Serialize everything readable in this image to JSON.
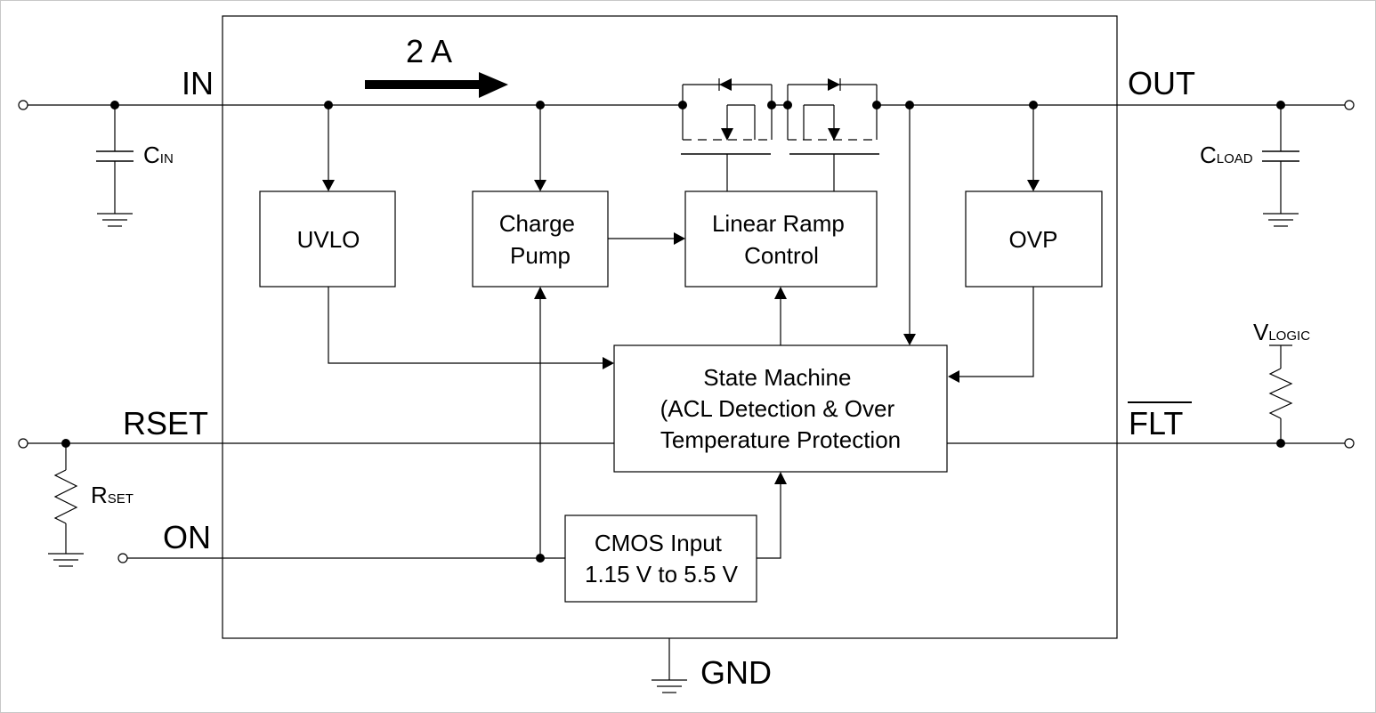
{
  "pins": {
    "in": "IN",
    "out": "OUT",
    "rset": "RSET",
    "on": "ON",
    "flt": "FLT",
    "gnd": "GND"
  },
  "current_label": "2 A",
  "blocks": {
    "uvlo": "UVLO",
    "charge_pump": [
      "Charge",
      "Pump"
    ],
    "linear_ramp": [
      "Linear Ramp",
      "Control"
    ],
    "ovp": "OVP",
    "state_machine": [
      "State Machine",
      "(ACL Detection & Over",
      "Temperature Protection"
    ],
    "cmos_input": [
      "CMOS Input",
      "1.15 V to 5.5 V"
    ]
  },
  "external": {
    "cin": {
      "main": "C",
      "sub": "IN"
    },
    "cload": {
      "main": "C",
      "sub": "LOAD"
    },
    "rset": {
      "main": "R",
      "sub": "SET"
    },
    "vlogic": {
      "main": "V",
      "sub": "LOGIC"
    }
  }
}
